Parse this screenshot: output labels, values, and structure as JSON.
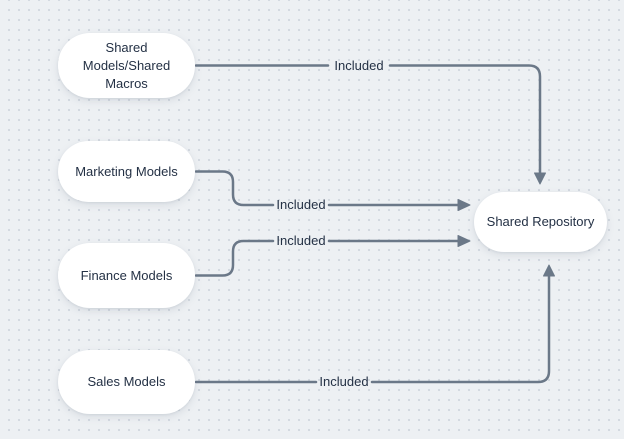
{
  "diagram": {
    "colors": {
      "canvas_bg": "#edf0f3",
      "grid_dot": "#ccd3dc",
      "node_fill": "#ffffff",
      "edge_stroke": "#6b7888",
      "text": "#243145"
    },
    "nodes": [
      {
        "id": "shared-models-shared-macros",
        "label": "Shared Models/Shared Macros",
        "lines": [
          "Shared",
          "Models/Shared",
          "Macros"
        ]
      },
      {
        "id": "marketing-models",
        "label": "Marketing Models"
      },
      {
        "id": "finance-models",
        "label": "Finance Models"
      },
      {
        "id": "sales-models",
        "label": "Sales Models"
      },
      {
        "id": "shared-repository",
        "label": "Shared Repository"
      }
    ],
    "edges": [
      {
        "from": "shared-models-shared-macros",
        "to": "shared-repository",
        "label": "Included",
        "enters": "top"
      },
      {
        "from": "marketing-models",
        "to": "shared-repository",
        "label": "Included",
        "enters": "left"
      },
      {
        "from": "finance-models",
        "to": "shared-repository",
        "label": "Included",
        "enters": "left"
      },
      {
        "from": "sales-models",
        "to": "shared-repository",
        "label": "Included",
        "enters": "bottom"
      }
    ]
  }
}
